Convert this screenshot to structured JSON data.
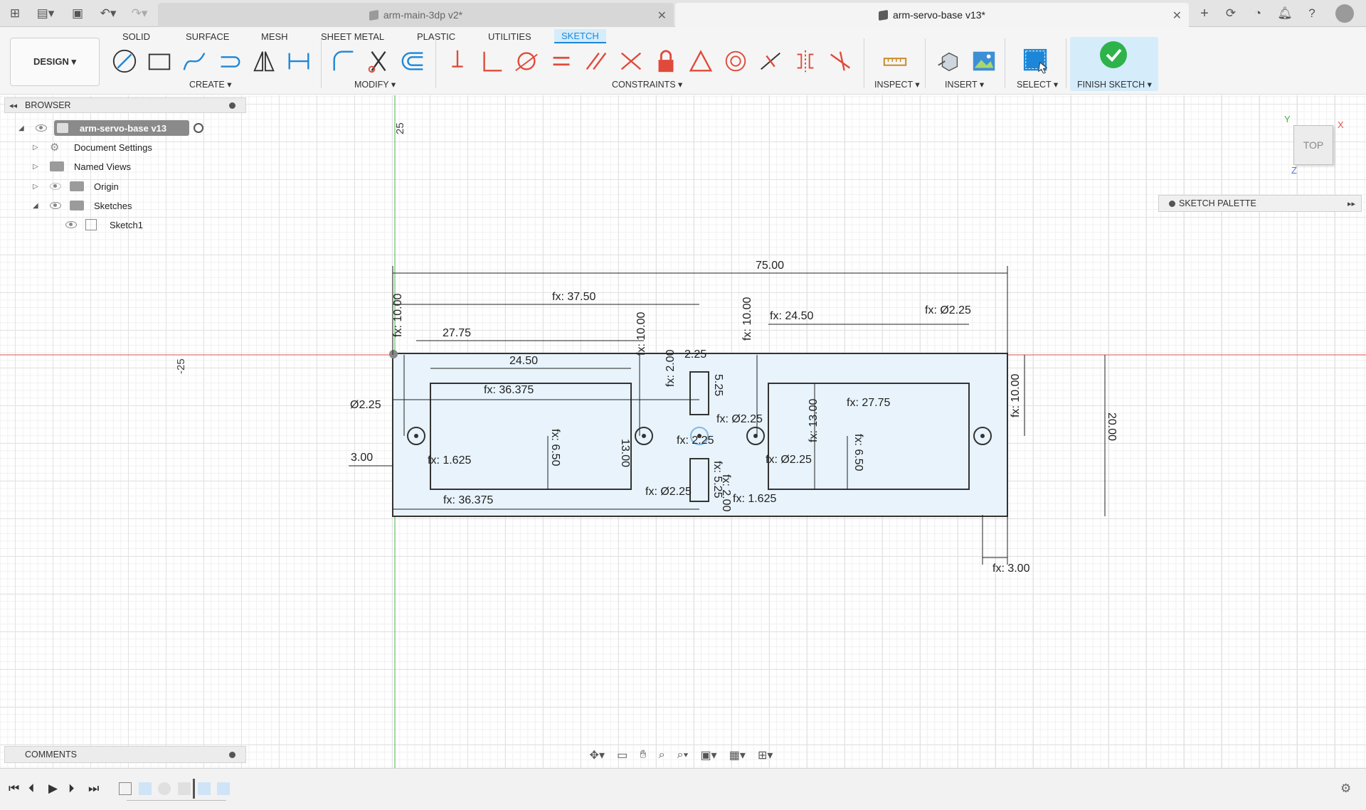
{
  "tabs": [
    {
      "label": "arm-main-3dp v2*"
    },
    {
      "label": "arm-servo-base v13*"
    }
  ],
  "toolbar": {
    "design_label": "DESIGN ▾",
    "workspace_tabs": [
      "SOLID",
      "SURFACE",
      "MESH",
      "SHEET METAL",
      "PLASTIC",
      "UTILITIES",
      "SKETCH"
    ],
    "groups": {
      "create": "CREATE ▾",
      "modify": "MODIFY ▾",
      "constraints": "CONSTRAINTS ▾",
      "inspect": "INSPECT ▾",
      "insert": "INSERT ▾",
      "select": "SELECT ▾",
      "finish": "FINISH SKETCH ▾"
    }
  },
  "browser": {
    "title": "BROWSER",
    "root": "arm-servo-base v13",
    "items": [
      "Document Settings",
      "Named Views",
      "Origin",
      "Sketches",
      "Sketch1"
    ]
  },
  "palette": {
    "title": "SKETCH PALETTE"
  },
  "viewcube": {
    "label": "TOP"
  },
  "comments": {
    "title": "COMMENTS"
  },
  "axis_labels": {
    "top": "25",
    "left": "-25"
  },
  "dims": [
    "75.00",
    "fx: 37.50",
    "fx: 10.00",
    "27.75",
    "fx: 10.00",
    "fx: 10.00",
    "fx: 24.50",
    "fx: Ø2.25",
    "24.50",
    "fx: 2.00",
    "2.25",
    "fx: 36.375",
    "5.25",
    "fx: 27.75",
    "Ø2.25",
    "fx: Ø2.25",
    "fx: 2.25",
    "fx: 13.00",
    "fx: 10.00",
    "20.00",
    "fx: 6.50",
    "fx: 6.50",
    "13.00",
    "3.00",
    "fx: 1.625",
    "fx: Ø2.25",
    "fx: Ø2.25",
    "fx: 5.25",
    "fx: 2.00",
    "fx: 36.375",
    "fx: 1.625",
    "fx: 3.00"
  ],
  "colors": {
    "accent": "#1c87d8",
    "finish_check": "#2db34a",
    "x_axis": "#e05252",
    "y_axis": "#48b048",
    "sketch_fill": "#e8f3fb"
  }
}
